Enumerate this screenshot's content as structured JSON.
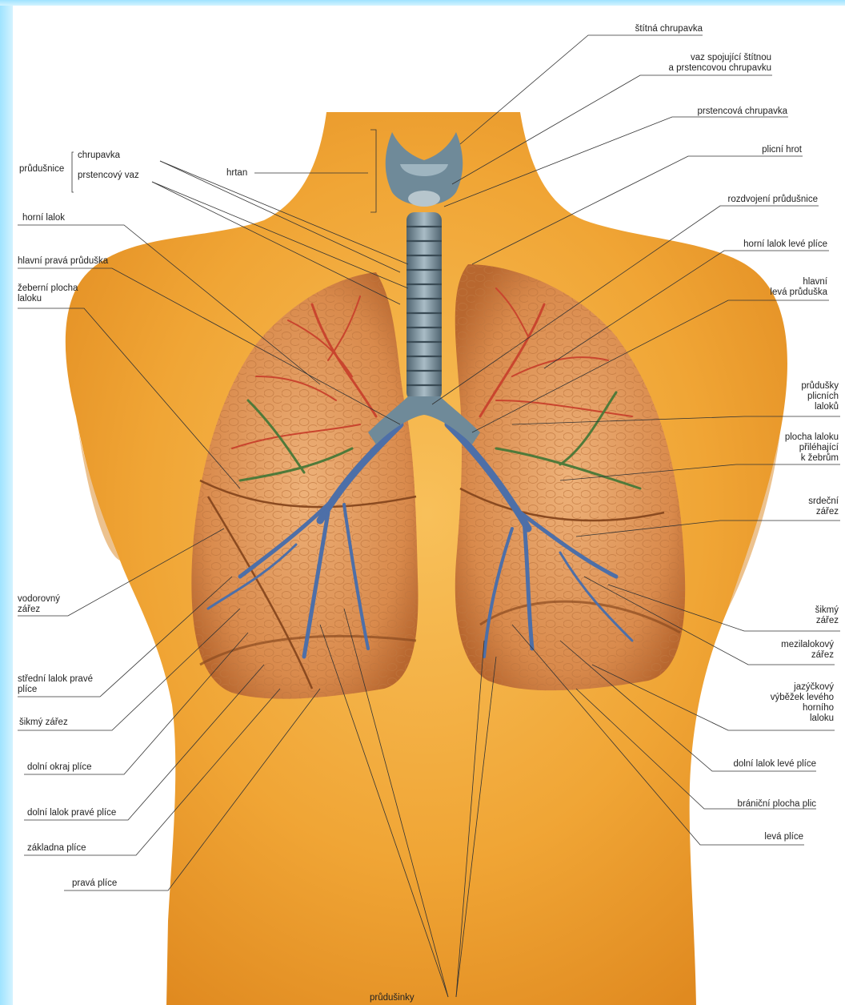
{
  "labels": {
    "stitna_chrupavka": "štítná chrupavka",
    "vaz_spojujici": "vaz spojující štítnou\na prstencovou chrupavku",
    "prstencova_chrupavka": "prstencová chrupavka",
    "plicni_hrot": "plicní hrot",
    "rozdvojeni": "rozdvojení průdušnice",
    "horni_lalok_leve": "horní lalok levé plíce",
    "hlavni_leva": "hlavní\nlevá průduška",
    "prudusky_plicnich": "průdušky\nplicních\nlaloků",
    "plocha_laloku": "plocha laloku\npřiléhající\nk žebrům",
    "srdecni_zarez": "srdeční\nzářez",
    "sikmy_zarez_r": "šikmý\nzářez",
    "mezilalokovy": "mezilalokový\nzářez",
    "jazyckovy": "jazýčkový\nvýběžek levého\nhorního\nlaloku",
    "dolni_lalok_leve": "dolní lalok levé plíce",
    "branicni": "brániční plocha plic",
    "leva_plice": "levá plíce",
    "prudusnice": "průdušnice",
    "chrupavka": "chrupavka",
    "prstencovy_vaz": "prstencový vaz",
    "hrtan": "hrtan",
    "horni_lalok": "horní lalok",
    "hlavni_prava": "hlavní pravá průduška",
    "zeberni_plocha": "žeberní plocha\nlaloku",
    "vodorovny": "vodorovný\nzářez",
    "stredni_lalok": "střední lalok pravé\nplíce",
    "sikmy_zarez_l": "šikmý zářez",
    "dolni_okraj": "dolní okraj plíce",
    "dolni_lalok_prave": "dolní lalok pravé plíce",
    "zakladna": "základna plíce",
    "prava_plice": "pravá plíce",
    "prudusinky": "průdušinky"
  },
  "colors": {
    "skin": "#f2a93a",
    "lung": "#e39a55",
    "lung_dark": "#b8672f",
    "trachea": "#6f8a99",
    "bronchi_blue": "#4d6fa8",
    "vessel_red": "#c9452e",
    "vessel_green": "#4f7a3a",
    "frame": "#b8ebff"
  }
}
